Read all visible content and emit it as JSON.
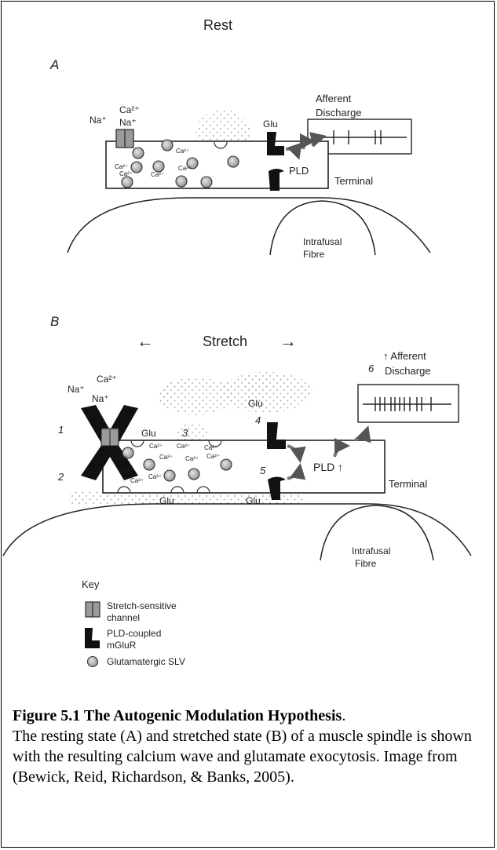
{
  "panelA": {
    "title": "Rest",
    "letter": "A",
    "na_outer": "Na⁺",
    "ca": "Ca²⁺",
    "na_inner": "Na⁺",
    "ca_in": "Ca²⁺",
    "glu": "Glu",
    "pld": "PLD",
    "terminal": "Terminal",
    "afferent_line1": "Afferent",
    "afferent_line2": "Discharge",
    "fibre_line1": "Intrafusal",
    "fibre_line2": "Fibre"
  },
  "panelB": {
    "letter": "B",
    "stretch": "Stretch",
    "arrow_left": "←",
    "arrow_right": "→",
    "na_outer": "Na⁺",
    "ca": "Ca²⁺",
    "na_inner": "Na⁺",
    "ca_in": "Ca²⁺",
    "glu": "Glu",
    "pld": "PLD ↑",
    "terminal": "Terminal",
    "afferent_line1": "↑ Afferent",
    "afferent_line2": "Discharge",
    "fibre_line1": "Intrafusal",
    "fibre_line2": "Fibre",
    "step1": "1",
    "step2": "2",
    "step3": "3",
    "step4": "4",
    "step5": "5",
    "step6": "6"
  },
  "key": {
    "title": "Key",
    "item1_line1": "Stretch-sensitive",
    "item1_line2": "channel",
    "item2_line1": "PLD-coupled",
    "item2_line2": "mGluR",
    "item3": "Glutamatergic SLV"
  },
  "caption": {
    "title": "Figure 5.1 The Autogenic Modulation Hypothesis",
    "title_end": ".",
    "text": "The resting state (A) and stretched state (B) of a muscle spindle is shown with the resulting calcium wave and glutamate exocytosis.  Image from (Bewick, Reid, Richardson, & Banks, 2005)."
  }
}
